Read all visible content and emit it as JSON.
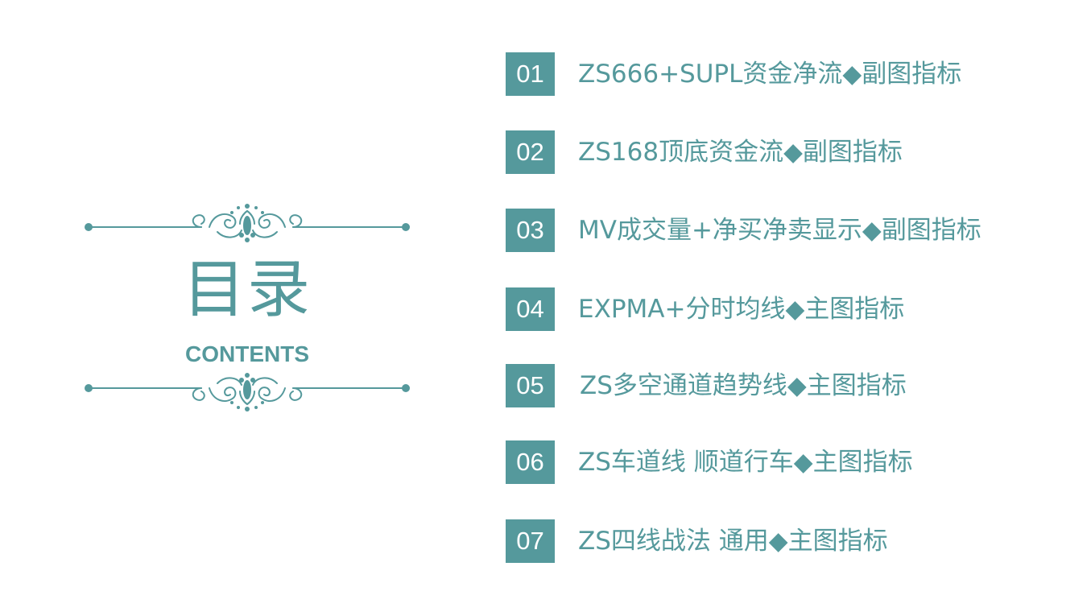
{
  "colors": {
    "accent": "#55999c",
    "background": "#ffffff",
    "number_text": "#ffffff"
  },
  "heading": {
    "title": "目录",
    "subtitle": "CONTENTS"
  },
  "toc": {
    "items": [
      {
        "number": "01",
        "label": "ZS666+SUPL资金净流◆副图指标"
      },
      {
        "number": "02",
        "label": "ZS168顶底资金流◆副图指标"
      },
      {
        "number": "03",
        "label": "MV成交量+净买净卖显示◆副图指标"
      },
      {
        "number": "04",
        "label": "EXPMA+分时均线◆主图指标"
      },
      {
        "number": "05",
        "label": "ZS多空通道趋势线◆主图指标"
      },
      {
        "number": "06",
        "label": "ZS车道线 顺道行车◆主图指标"
      },
      {
        "number": "07",
        "label": "ZS四线战法 通用◆主图指标"
      }
    ]
  }
}
